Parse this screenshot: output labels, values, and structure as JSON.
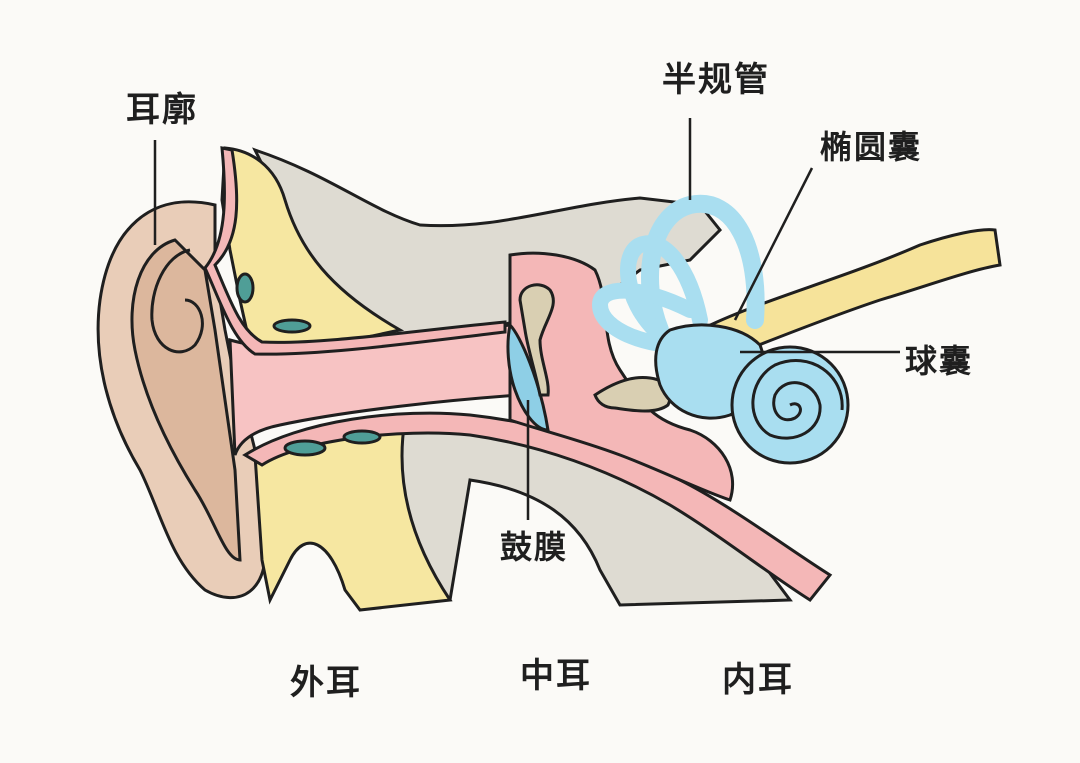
{
  "labels": {
    "auricle": "耳廓",
    "semicircular_canals": "半规管",
    "utricle": "椭圆囊",
    "saccule": "球囊",
    "eardrum": "鼓膜",
    "outer_ear": "外耳",
    "middle_ear": "中耳",
    "inner_ear": "内耳"
  },
  "colors": {
    "outline": "#1f1f1f",
    "skin": "#e9cdb8",
    "skin_shade": "#dcb79d",
    "cartilage": "#f6e7a1",
    "tissue": "#f4b7b7",
    "canal": "#f7c3c3",
    "bone": "#dedbd2",
    "labyrinth": "#a9def0",
    "nerve": "#f6e39a",
    "ossicle": "#d9cfb2",
    "membrane": "#8ecfe6",
    "teal": "#4f9e97"
  }
}
